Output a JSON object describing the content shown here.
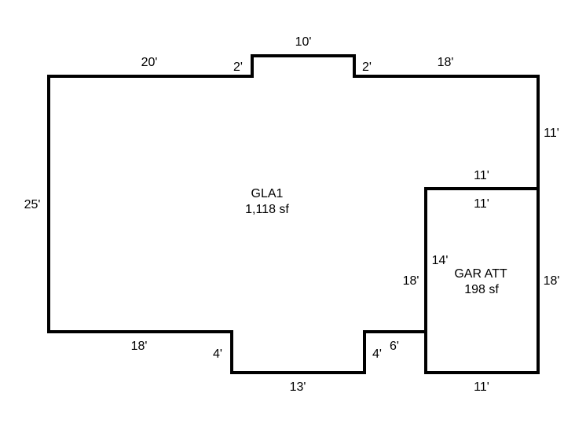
{
  "gla": {
    "name": "GLA1",
    "area": "1,118 sf"
  },
  "garage": {
    "name": "GAR ATT",
    "area": "198 sf"
  },
  "dimensions": {
    "top_left": "20'",
    "bump_left_step": "2'",
    "bump_top": "10'",
    "bump_right_step": "2'",
    "top_right": "18'",
    "right_upper": "11'",
    "left_side": "25'",
    "garage_top_outer": "11'",
    "garage_top_inner": "11'",
    "garage_left_inner": "14'",
    "garage_left_outer": "18'",
    "garage_right": "18'",
    "garage_bottom": "11'",
    "bottom_left": "18'",
    "notch_left": "4'",
    "notch_bottom": "13'",
    "notch_right": "4'",
    "connector": "6'"
  }
}
